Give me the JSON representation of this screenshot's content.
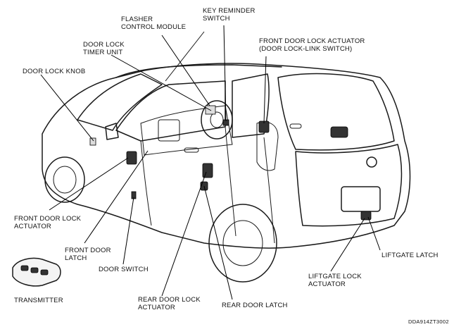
{
  "labels": {
    "flasher": "FLASHER\nCONTROL MODULE",
    "key_reminder": "KEY REMINDER\nSWITCH",
    "door_lock_timer": "DOOR LOCK\nTIMER UNIT",
    "front_door_lock_actuator_switch": "FRONT DOOR LOCK ACTUATOR\n(DOOR LOCK-LINK SWITCH)",
    "door_lock_knob": "DOOR LOCK KNOB",
    "front_door_lock_actuator": "FRONT DOOR LOCK\nACTUATOR",
    "front_door_latch": "FRONT DOOR\nLATCH",
    "door_switch": "DOOR SWITCH",
    "liftgate_latch": "LIFTGATE LATCH",
    "liftgate_lock_actuator": "LIFTGATE LOCK\nACTUATOR",
    "transmitter": "TRANSMITTER",
    "rear_door_lock_actuator": "REAR DOOR LOCK\nACTUATOR",
    "rear_door_latch": "REAR DOOR LATCH"
  },
  "figure_code": "DDA914ZT3002"
}
